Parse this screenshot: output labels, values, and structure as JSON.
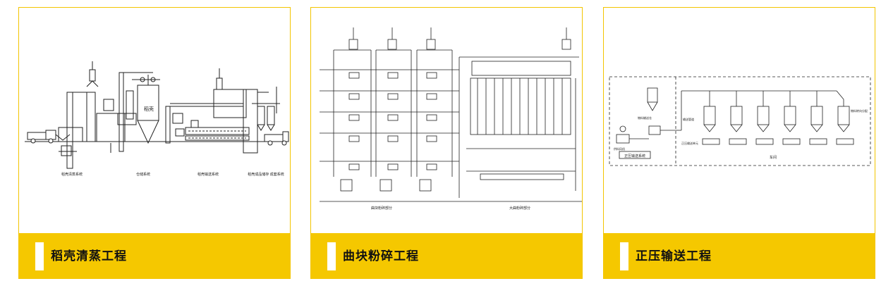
{
  "cards": [
    {
      "title": "稻壳清蒸工程",
      "labels": [
        "稻壳清蒸系统",
        "仓储系统",
        "稻壳输送系统",
        "稻壳成品储存 成套系统",
        "稻壳"
      ]
    },
    {
      "title": "曲块粉碎工程",
      "labels": [
        "曲块粉碎部分",
        "大曲粉碎部分"
      ]
    },
    {
      "title": "正压输送工程",
      "labels": [
        "正压输送系统",
        "物料输送仓",
        "供料风机",
        "正压输送单元",
        "输送管道",
        "车间",
        "物料转向分配"
      ]
    }
  ],
  "colors": {
    "accent": "#f5c800",
    "border": "#f3c500",
    "line": "#222222"
  }
}
